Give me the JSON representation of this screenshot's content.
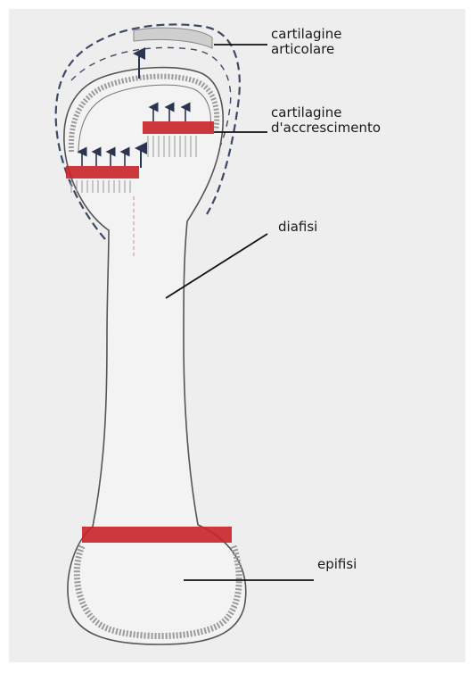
{
  "diagram": {
    "labels": {
      "articular_cartilage_line1": "cartilagine",
      "articular_cartilage_line2": "articolare",
      "growth_cartilage_line1": "cartilagine",
      "growth_cartilage_line2": "d'accrescimento",
      "diaphysis": "diafisi",
      "epiphysis": "epifisi"
    },
    "colors": {
      "background": "#efeeee",
      "outline": "#555555",
      "dashed_outline": "#3d4a66",
      "growth_plate": "#c8232a",
      "cartilage_hatch": "#9a9a9a",
      "arrow": "#2b3550"
    }
  }
}
